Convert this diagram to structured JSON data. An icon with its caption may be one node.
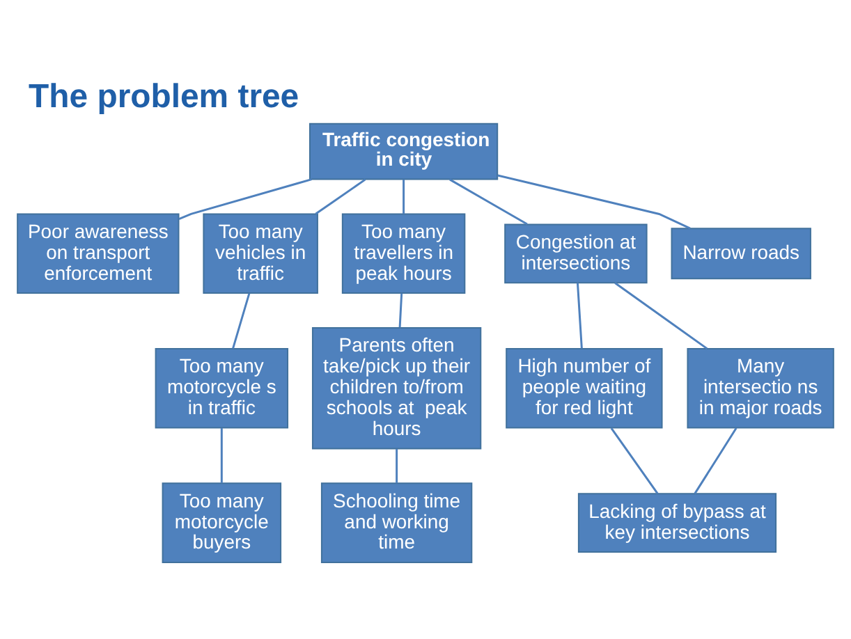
{
  "diagram": {
    "title": "The problem tree",
    "nodes": [
      {
        "text": [
          "Traffic congestion in city"
        ]
      },
      {
        "text": [
          "Poor awareness on transport enforcement"
        ]
      },
      {
        "text": [
          "Too many vehicles in traffic"
        ]
      },
      {
        "text": [
          "Too many travellers in peak hours"
        ]
      },
      {
        "text": [
          "Congestion at intersections"
        ]
      },
      {
        "text": [
          "Narrow roads"
        ]
      },
      {
        "text": [
          "Too many motorcycle s in traffic"
        ]
      },
      {
        "text": [
          "Parents often take/pick up their children to/from schools at  peak hours"
        ]
      },
      {
        "text": [
          "High number of people waiting for red light"
        ]
      },
      {
        "text": [
          "Many intersectio ns in major roads"
        ]
      },
      {
        "text": [
          "Too many motorcycle buyers"
        ]
      },
      {
        "text": [
          "Schooling time and working time"
        ]
      },
      {
        "text": [
          "Lacking of bypass at key intersections"
        ]
      }
    ],
    "edges": [
      {
        "from": 0,
        "to": 1,
        "arrow": "none"
      },
      {
        "from": 0,
        "to": 2,
        "arrow": "none"
      },
      {
        "from": 0,
        "to": 3,
        "arrow": "none"
      },
      {
        "from": 0,
        "to": 4,
        "arrow": "none"
      },
      {
        "from": 0,
        "to": 5,
        "arrow": "none"
      },
      {
        "from": 2,
        "to": 6,
        "arrow": "none"
      },
      {
        "from": 3,
        "to": 7,
        "arrow": "none"
      },
      {
        "from": 4,
        "to": 8,
        "arrow": "none"
      },
      {
        "from": 4,
        "to": 9,
        "arrow": "none"
      },
      {
        "from": 6,
        "to": 10,
        "arrow": "none"
      },
      {
        "from": 7,
        "to": 11,
        "arrow": "none"
      },
      {
        "from": 8,
        "to": 12,
        "arrow": "none"
      },
      {
        "from": 9,
        "to": 12,
        "arrow": "none"
      }
    ]
  }
}
